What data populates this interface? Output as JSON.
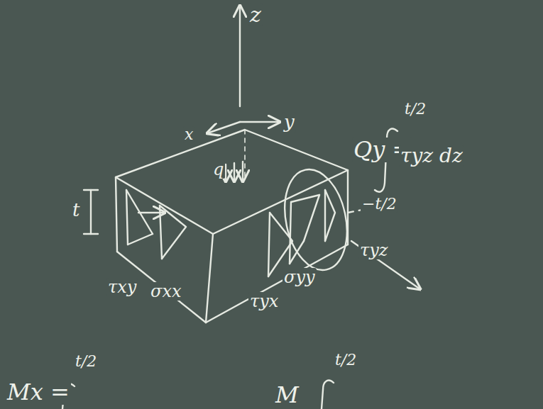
{
  "diagram": {
    "labels": [
      "z",
      "x",
      "y",
      "t",
      "q",
      "τxy",
      "σxx",
      "τyx",
      "σyy",
      "τyz",
      "Qy =",
      "t/2",
      "−t/2",
      "τyz dz",
      "Mx =",
      "t/2",
      "M",
      "t/2"
    ]
  }
}
